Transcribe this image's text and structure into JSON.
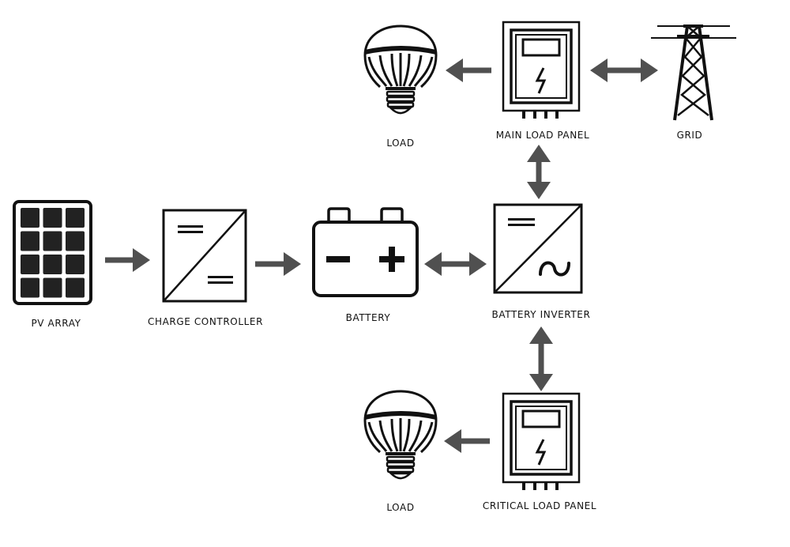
{
  "nodes": {
    "pv_array": {
      "label": "PV ARRAY",
      "icon": "solar-panel-icon"
    },
    "charge_controller": {
      "label": "CHARGE CONTROLLER",
      "icon": "dc-dc-converter-icon"
    },
    "battery": {
      "label": "BATTERY",
      "icon": "battery-icon"
    },
    "battery_inverter": {
      "label": "BATTERY INVERTER",
      "icon": "dc-ac-inverter-icon"
    },
    "main_load_panel": {
      "label": "MAIN LOAD PANEL",
      "icon": "electrical-panel-icon"
    },
    "critical_load_panel": {
      "label": "CRITICAL LOAD PANEL",
      "icon": "electrical-panel-icon"
    },
    "grid": {
      "label": "GRID",
      "icon": "transmission-tower-icon"
    },
    "load_top": {
      "label": "LOAD",
      "icon": "light-bulb-icon"
    },
    "load_bottom": {
      "label": "LOAD",
      "icon": "light-bulb-icon"
    }
  },
  "edges": [
    {
      "from": "pv_array",
      "to": "charge_controller",
      "direction": "one-way"
    },
    {
      "from": "charge_controller",
      "to": "battery",
      "direction": "one-way"
    },
    {
      "from": "battery",
      "to": "battery_inverter",
      "direction": "two-way"
    },
    {
      "from": "battery_inverter",
      "to": "main_load_panel",
      "direction": "two-way"
    },
    {
      "from": "battery_inverter",
      "to": "critical_load_panel",
      "direction": "two-way"
    },
    {
      "from": "main_load_panel",
      "to": "grid",
      "direction": "two-way"
    },
    {
      "from": "main_load_panel",
      "to": "load_top",
      "direction": "one-way"
    },
    {
      "from": "critical_load_panel",
      "to": "load_bottom",
      "direction": "one-way"
    }
  ],
  "colors": {
    "ink": "#111111",
    "arrow": "#505050",
    "background": "#ffffff"
  }
}
